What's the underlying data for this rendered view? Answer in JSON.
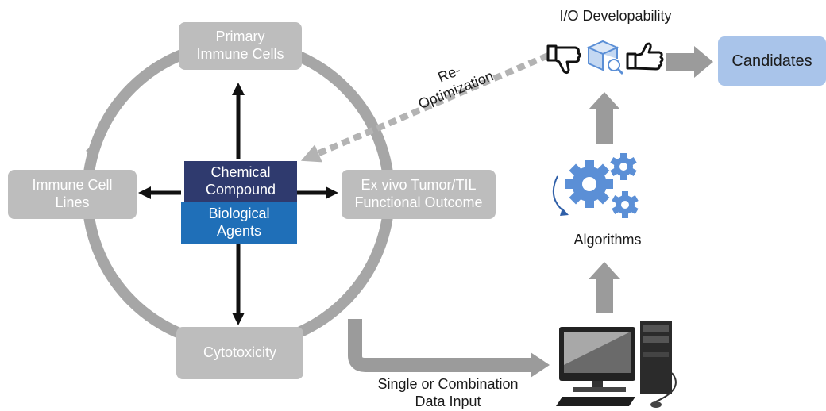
{
  "nodes": {
    "primary_immune_cells": [
      "Primary",
      "Immune Cells"
    ],
    "immune_cell_lines": [
      "Immune Cell",
      "Lines"
    ],
    "ex_vivo": [
      "Ex vivo Tumor/TIL",
      "Functional Outcome"
    ],
    "cytotoxicity": "Cytotoxicity",
    "chemical_compound": [
      "Chemical",
      "Compound"
    ],
    "biological_agents": [
      "Biological",
      "Agents"
    ],
    "candidates": "Candidates"
  },
  "labels": {
    "io_developability": "I/O Developability",
    "algorithms": "Algorithms",
    "reoptimization": [
      "Re-",
      "Optimization"
    ],
    "data_input": [
      "Single or Combination",
      "Data Input"
    ]
  },
  "icons": [
    "thumbs-down-icon",
    "box-search-icon",
    "thumbs-up-icon",
    "gears-icon",
    "desktop-computer-icon"
  ],
  "colors": {
    "gray_box": "#bdbdbd",
    "circle": "#a6a6a6",
    "chemical_compound": "#2f3a6e",
    "biological_agents": "#1f6fb8",
    "candidates": "#a9c4ea",
    "gear": "#5b8fd6",
    "arrow_dark": "#111111",
    "arrow_gray": "#9b9b9b"
  }
}
